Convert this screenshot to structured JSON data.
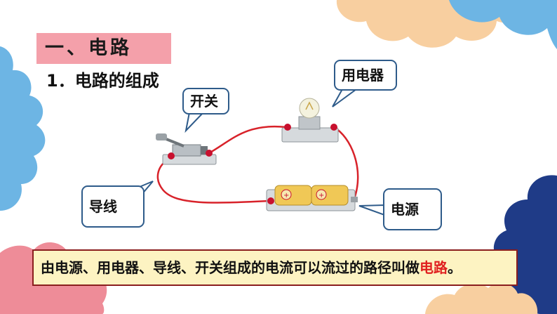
{
  "section": {
    "title": "一、电路"
  },
  "subsection": {
    "title": "1．电路的组成"
  },
  "labels": {
    "switch": "开关",
    "appliance": "用电器",
    "wire": "导线",
    "power": "电源"
  },
  "definition": {
    "text": "由电源、用电器、导线、开关组成的电流可以流过的路径叫做",
    "term": "电路",
    "end": "。"
  },
  "colors": {
    "title_bg": "#f4a0aa",
    "callout_border": "#2e5b8a",
    "wire": "#d8222a",
    "bar_bg": "#fdf3c2",
    "bar_border": "#8a1e1e",
    "highlight": "#e02020"
  }
}
